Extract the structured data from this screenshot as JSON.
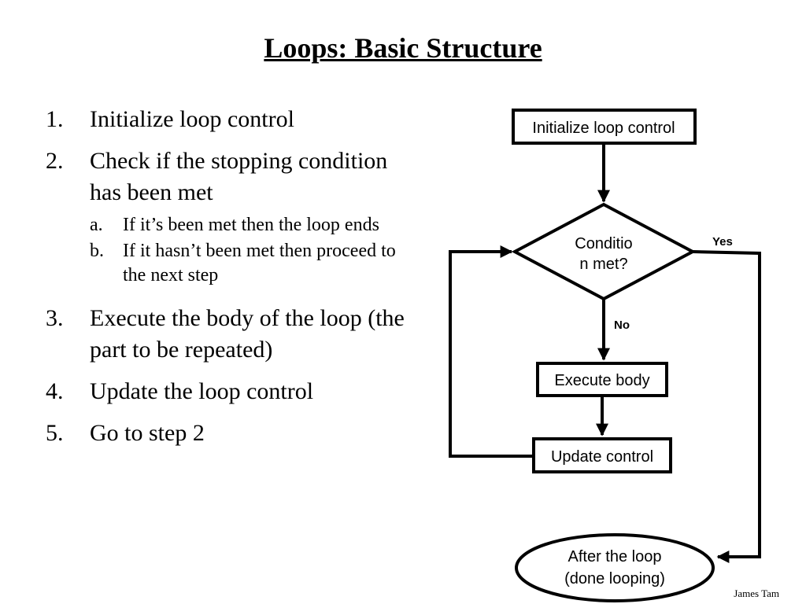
{
  "title": "Loops: Basic Structure",
  "steps": [
    {
      "num": "1.",
      "text": "Initialize loop control"
    },
    {
      "num": "2.",
      "text": "Check if the stopping condition has been met",
      "sub": [
        {
          "letter": "a.",
          "text": "If it’s been met then the loop ends"
        },
        {
          "letter": "b.",
          "text": "If it hasn’t been met then proceed to the next step"
        }
      ]
    },
    {
      "num": "3.",
      "text": "Execute the body of the loop (the part to be repeated)"
    },
    {
      "num": "4.",
      "text": "Update the loop control"
    },
    {
      "num": "5.",
      "text": "Go to step 2"
    }
  ],
  "flowchart": {
    "init": "Initialize loop control",
    "condition_line1": "Conditio",
    "condition_line2": "n met?",
    "yes": "Yes",
    "no": "No",
    "execute": "Execute body",
    "update": "Update control",
    "after_line1": "After the loop",
    "after_line2": "(done looping)"
  },
  "footer": "James Tam"
}
